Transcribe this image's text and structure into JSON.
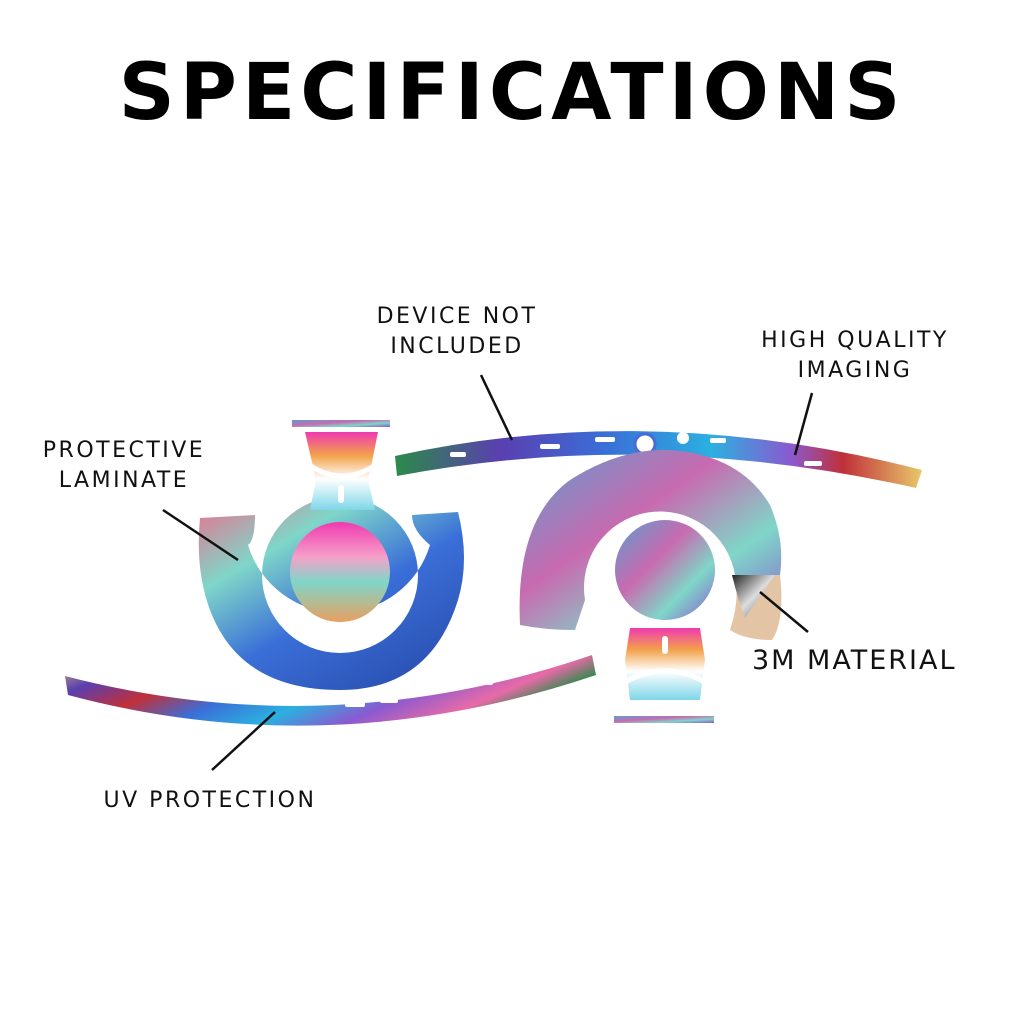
{
  "title": "SPECIFICATIONS",
  "labels": {
    "device_not_included": [
      "DEVICE NOT",
      "INCLUDED"
    ],
    "high_quality_imaging": [
      "HIGH QUALITY",
      "IMAGING"
    ],
    "protective_laminate": [
      "PROTECTIVE",
      "LAMINATE"
    ],
    "material": "3M MATERIAL",
    "uv_protection": "UV PROTECTION"
  },
  "colors": {
    "pattern": [
      "#3a6fd8",
      "#e86aa8",
      "#7fd6c8",
      "#f2a14a",
      "#8a5ad0",
      "#2bb0e0"
    ],
    "backing": "#e3c4a4",
    "text": "#111111"
  }
}
